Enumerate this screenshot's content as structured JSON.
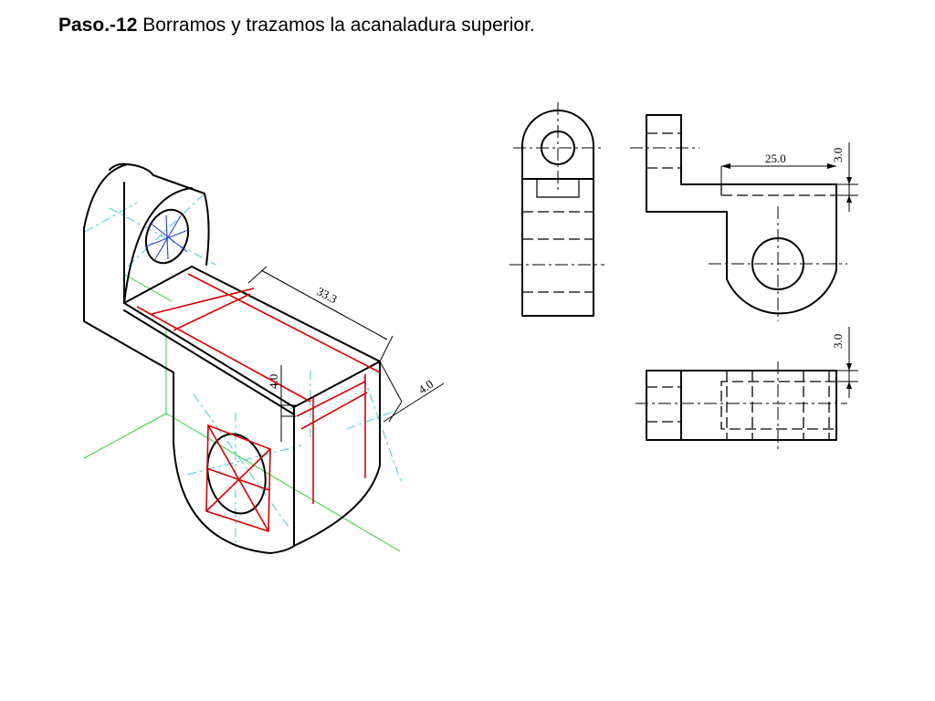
{
  "title": {
    "step": "Paso.-12",
    "text": "Borramos y trazamos la acanaladura superior."
  },
  "dimensions": {
    "iso_length": "33.3",
    "iso_depth": "4.0",
    "iso_offset": "4.0",
    "side_length": "25.0",
    "side_depth": "3.0",
    "top_depth": "3.0"
  },
  "colors": {
    "outline": "#000000",
    "groove": "#d40000",
    "center_lines": "#3fc8e0",
    "axes": "#2fd02f",
    "construction": "#2a3fd0"
  }
}
